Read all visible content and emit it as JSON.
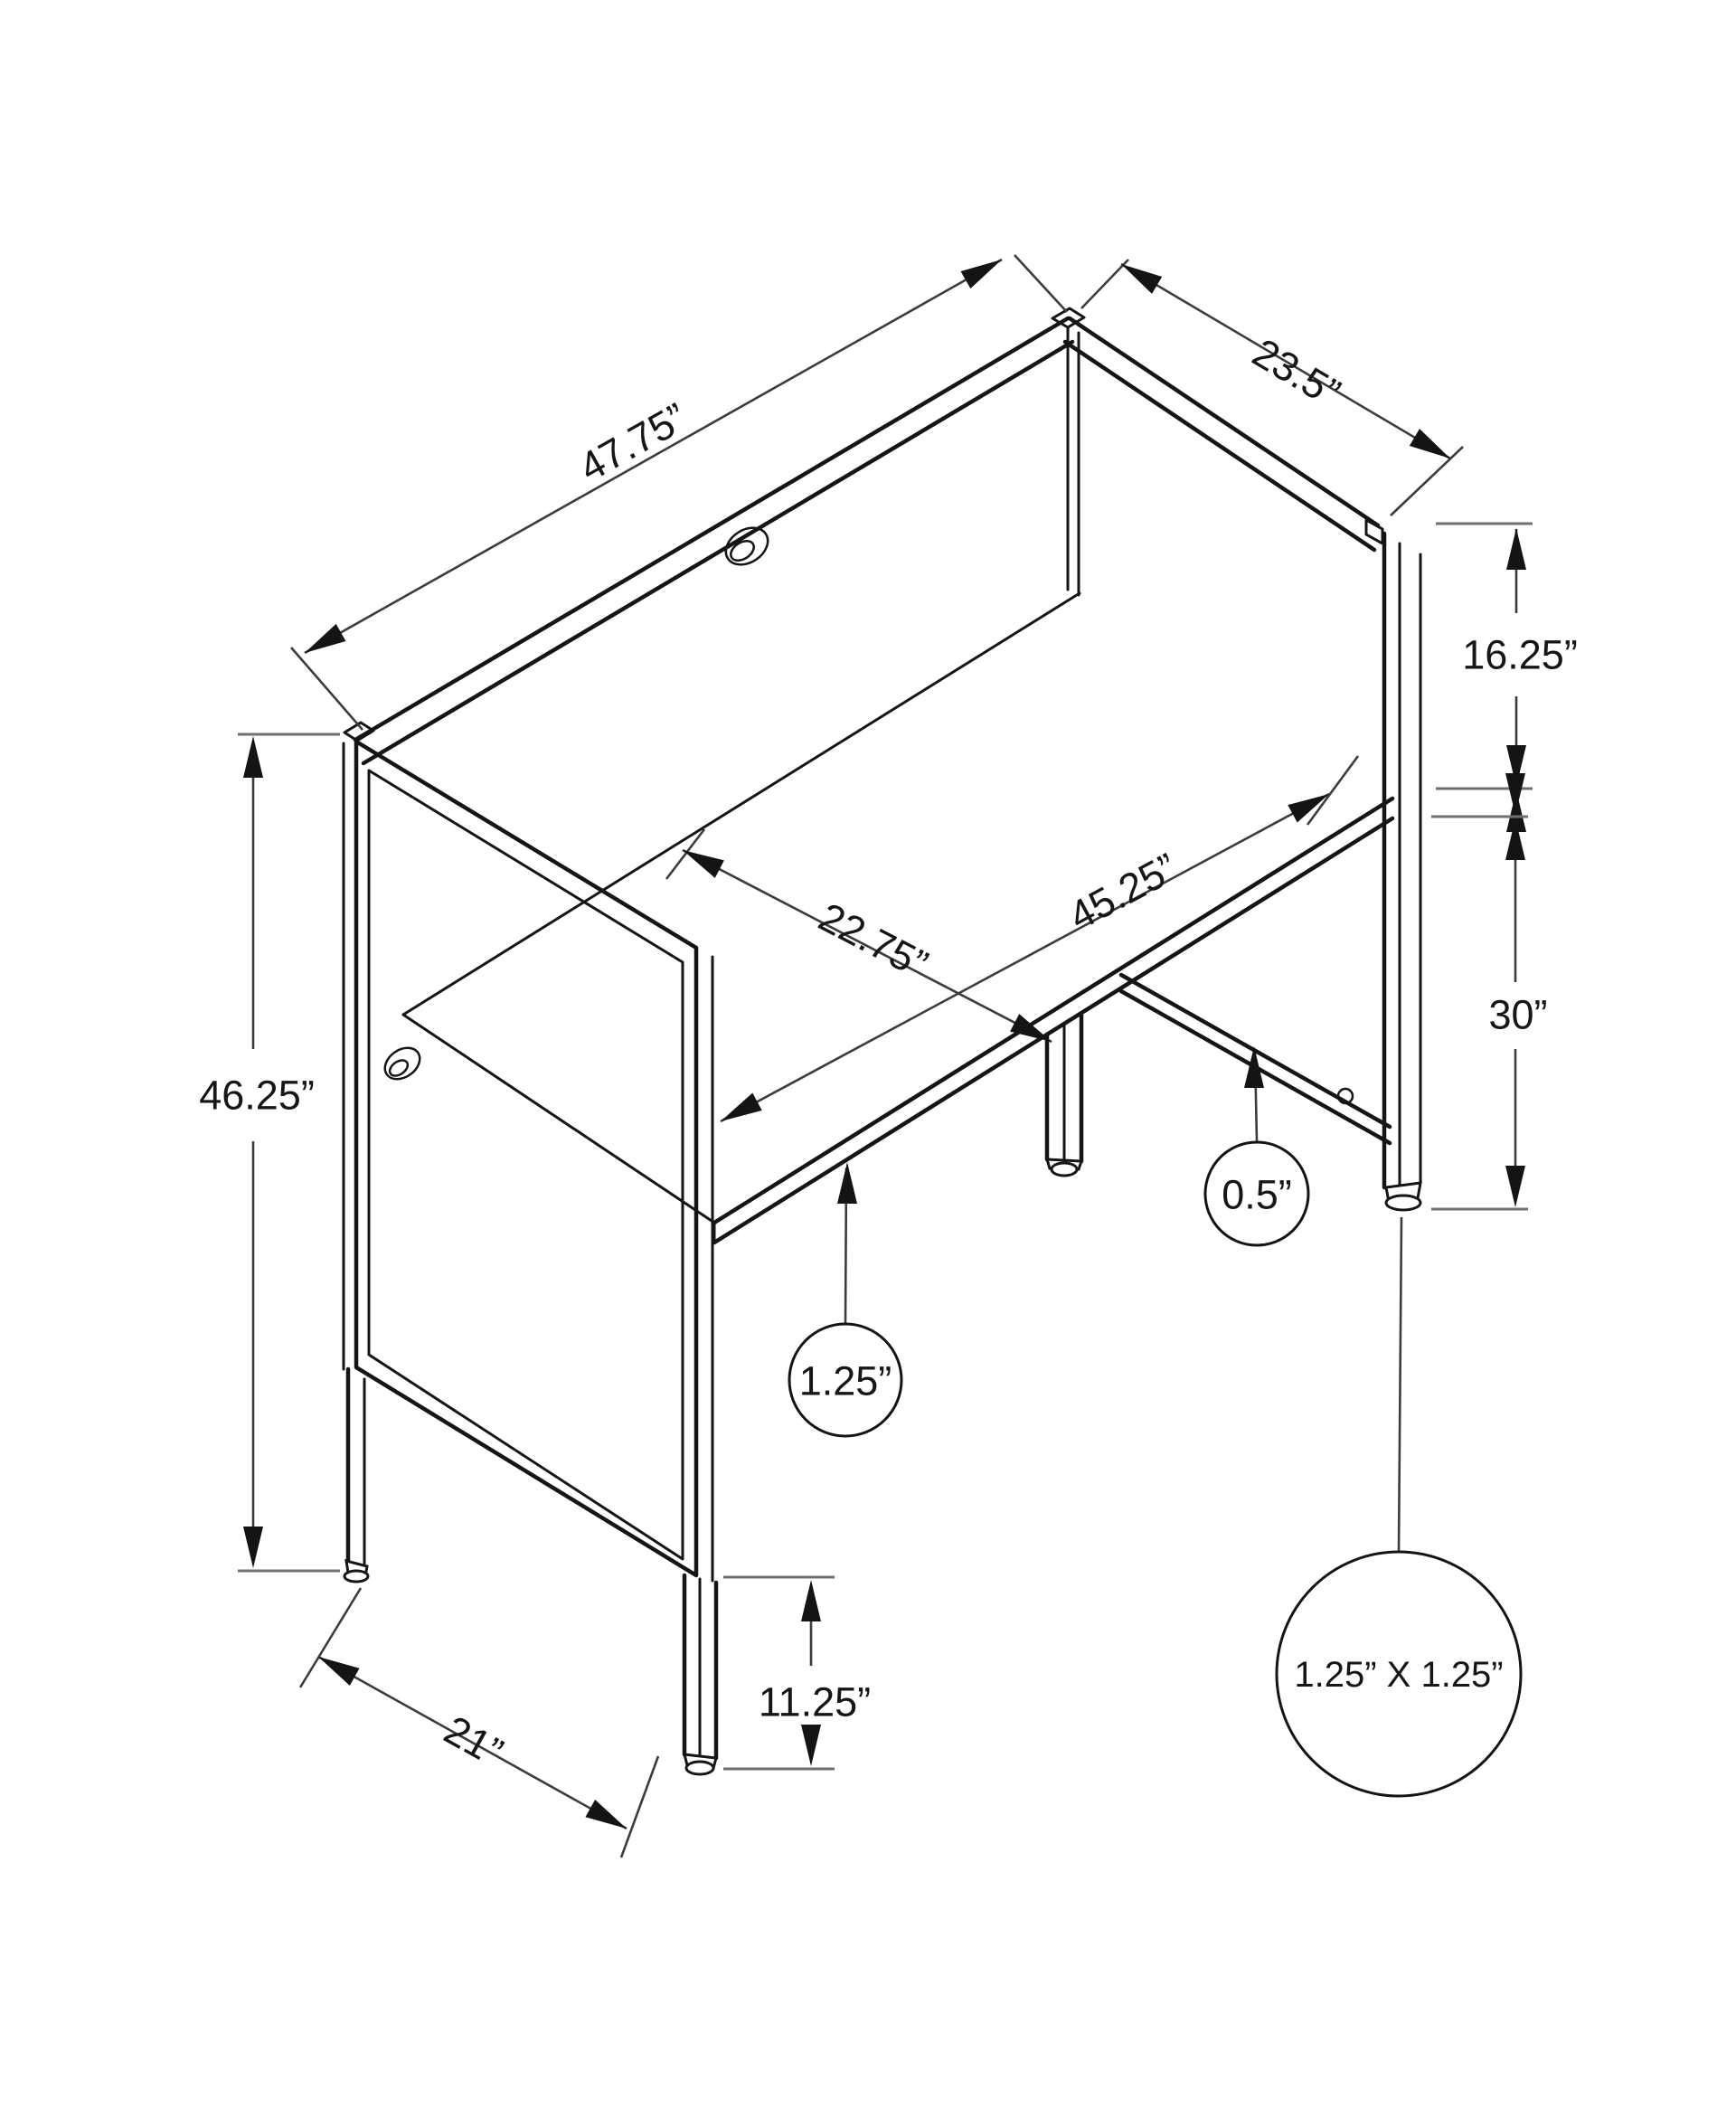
{
  "drawing": {
    "type": "furniture-dimension-diagram",
    "object": "computer desk workstation with privacy panels",
    "labels": {
      "width_top": "47.75”",
      "depth_top": "23.5”",
      "screen_above_desktop": "16.25”",
      "overall_height": "46.25”",
      "desktop_height": "30”",
      "worktop_width": "45.25”",
      "worktop_depth": "22.75”",
      "panel_thickness": "0.5”",
      "rail_thickness": "1.25”",
      "leg_exposed_height": "11.25”",
      "base_depth": "21”",
      "leg_cross_section": "1.25” X 1.25”"
    }
  }
}
